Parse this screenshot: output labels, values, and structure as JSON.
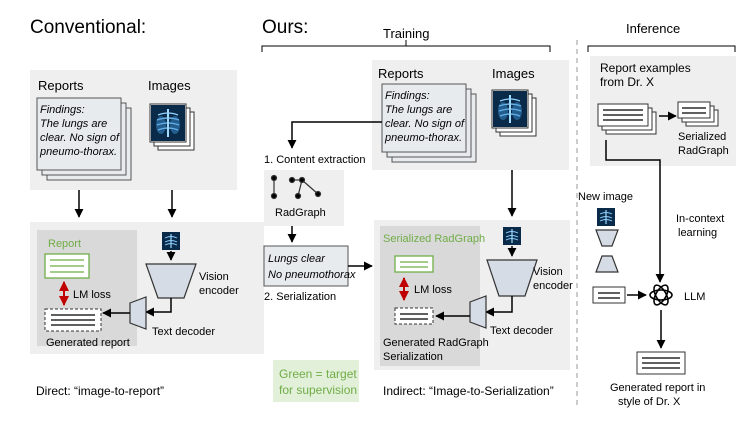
{
  "conventional": {
    "title": "Conventional:",
    "reports_label": "Reports",
    "images_label": "Images",
    "report_text": [
      "Findings:",
      "The lungs are",
      "clear. No sign of",
      "pneumo-thorax."
    ],
    "report_target_label": "Report",
    "lm_loss": "LM loss",
    "generated_report": "Generated report",
    "vision_encoder": [
      "Vision",
      "encoder"
    ],
    "text_decoder": "Text decoder",
    "caption": "Direct: “image-to-report”"
  },
  "ours": {
    "title": "Ours:",
    "training_label": "Training",
    "reports_label": "Reports",
    "images_label": "Images",
    "report_text": [
      "Findings:",
      "The lungs are",
      "clear. No sign of",
      "pneumo-thorax."
    ],
    "step1": "1. Content extraction",
    "radgraph": "RadGraph",
    "serialized_text": [
      "Lungs clear",
      "No pneumothorax"
    ],
    "step2": "2. Serialization",
    "serialized_target_label": "Serialized  RadGraph",
    "lm_loss": "LM loss",
    "generated_serialization": [
      "Generated RadGraph",
      "Serialization"
    ],
    "vision_encoder": [
      "Vision",
      "encoder"
    ],
    "text_decoder": "Text decoder",
    "caption": "Indirect: “Image-to-Serialization”",
    "legend": [
      "Green =  target",
      "for supervision"
    ]
  },
  "inference": {
    "title": "Inference",
    "report_examples": [
      "Report examples",
      "from Dr. X"
    ],
    "serialized_radgraph": [
      "Serialized",
      "RadGraph"
    ],
    "new_image": "New image",
    "in_context": [
      "In-context",
      "learning"
    ],
    "llm": "LLM",
    "generated_report": [
      "Generated report in",
      "style of Dr. X"
    ]
  },
  "colors": {
    "panel_bg": "#efefef",
    "inner_bg": "#d9d9d9",
    "doc_bg": "#e8ebee",
    "green": "#70ad47",
    "red": "#c00000",
    "legend_bg": "#e2f0d9"
  }
}
